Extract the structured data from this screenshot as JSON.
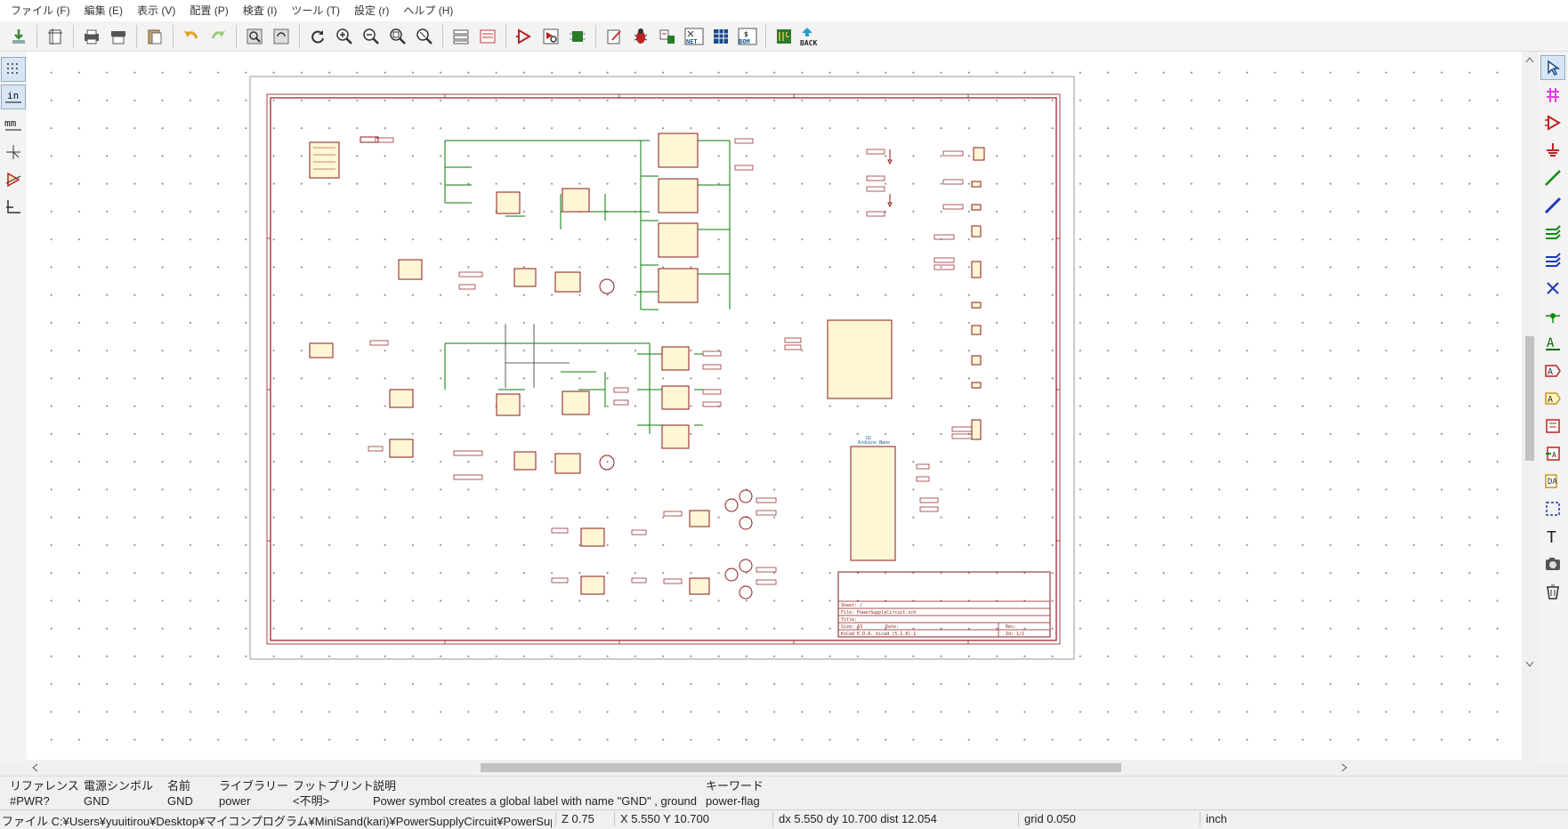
{
  "menu": [
    "ファイル (F)",
    "編集 (E)",
    "表示 (V)",
    "配置 (P)",
    "検査 (I)",
    "ツール (T)",
    "設定 (r)",
    "ヘルプ (H)"
  ],
  "toolbar": {
    "buttons": [
      {
        "name": "save-icon"
      },
      {
        "name": "page-setup-icon"
      },
      {
        "name": "print-icon"
      },
      {
        "name": "plot-icon"
      },
      {
        "name": "paste-icon"
      },
      {
        "name": "undo-icon"
      },
      {
        "name": "redo-icon"
      },
      {
        "name": "find-icon"
      },
      {
        "name": "find-replace-icon"
      },
      {
        "name": "redraw-icon"
      },
      {
        "name": "zoom-in-icon"
      },
      {
        "name": "zoom-out-icon"
      },
      {
        "name": "zoom-fit-icon"
      },
      {
        "name": "zoom-selection-icon"
      },
      {
        "name": "hierarchy-navigator-icon"
      },
      {
        "name": "leave-sheet-icon"
      },
      {
        "name": "symbol-editor-icon"
      },
      {
        "name": "symbol-browser-icon"
      },
      {
        "name": "footprint-editor-icon"
      },
      {
        "name": "annotate-icon"
      },
      {
        "name": "erc-icon"
      },
      {
        "name": "assign-footprints-icon"
      },
      {
        "name": "netlist-icon"
      },
      {
        "name": "bom-icon"
      },
      {
        "name": "pcb-editor-icon"
      },
      {
        "name": "back-annotate-icon"
      }
    ],
    "net_label": "NET",
    "bom_label": "BOM",
    "back_label": "BACK"
  },
  "left_toolbar": {
    "in_label": "in",
    "mm_label": "mm"
  },
  "sheet": {
    "title_sheet": "Sheet: /",
    "title_file": "File: PowerSupplyCircuit.sch",
    "title_title": "Title:",
    "title_size": "Size: A3",
    "title_date": "Date:",
    "title_rev": "Rev:",
    "title_kicad": "KiCad E.D.A.  kicad (5.1.8)-1",
    "title_id": "Id: 1/1",
    "label_u_arduino": "U2",
    "label_arduino": "Arduino_Nano"
  },
  "info_panel": {
    "headers": [
      "リファレンス",
      "電源シンボル",
      "名前",
      "ライブラリー",
      "フットプリント",
      "説明",
      "キーワード"
    ],
    "values": [
      "#PWR?",
      "GND",
      "GND",
      "power",
      "<不明>",
      "Power symbol creates a global label with name \"GND\" , ground",
      "power-flag"
    ]
  },
  "status": {
    "file": "ファイル C:¥Users¥yuuitirou¥Desktop¥マイコンプログラム¥MiniSand(kari)¥PowerSupplyCircuit¥PowerSupplyCircuit.sch ...",
    "zoom": "Z 0.75",
    "xy": "X 5.550  Y 10.700",
    "delta": "dx 5.550  dy 10.700  dist 12.054",
    "grid": "grid 0.050",
    "units": "inch"
  }
}
